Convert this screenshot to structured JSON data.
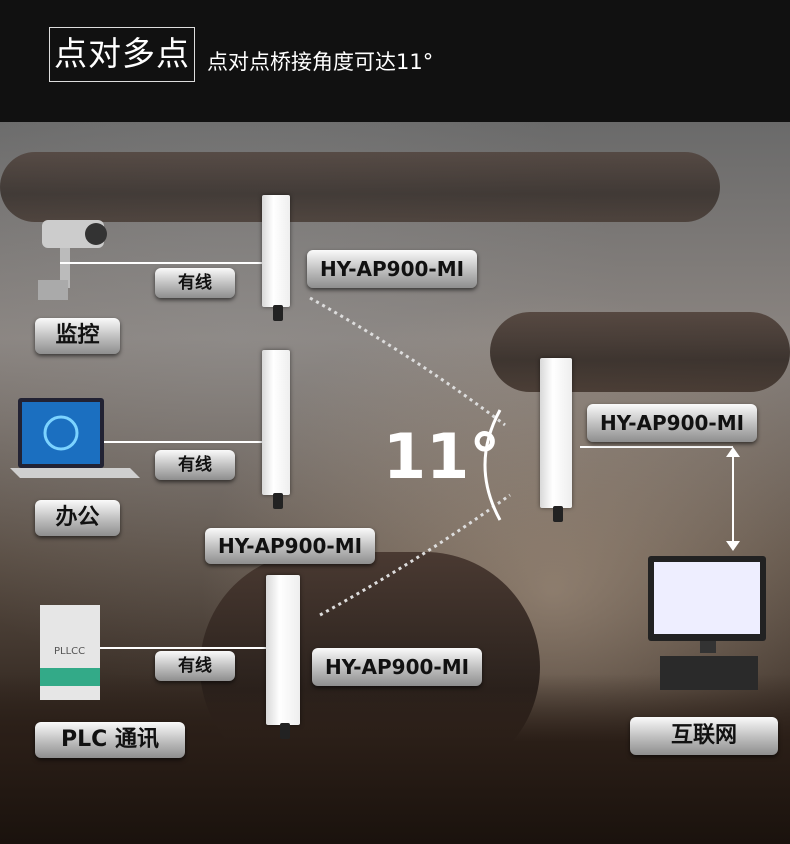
{
  "header": {
    "title": "点对多点",
    "subtitle": "点对点桥接角度可达11°"
  },
  "angle": "11°",
  "models": [
    "HY-AP900-MI",
    "HY-AP900-MI",
    "HY-AP900-MI",
    "HY-AP900-MI"
  ],
  "wired_label": "有线",
  "categories": {
    "monitor": "监控",
    "office": "办公",
    "plc": "PLC 通讯",
    "internet": "互联网"
  },
  "plc_device_label": "PLLCC"
}
